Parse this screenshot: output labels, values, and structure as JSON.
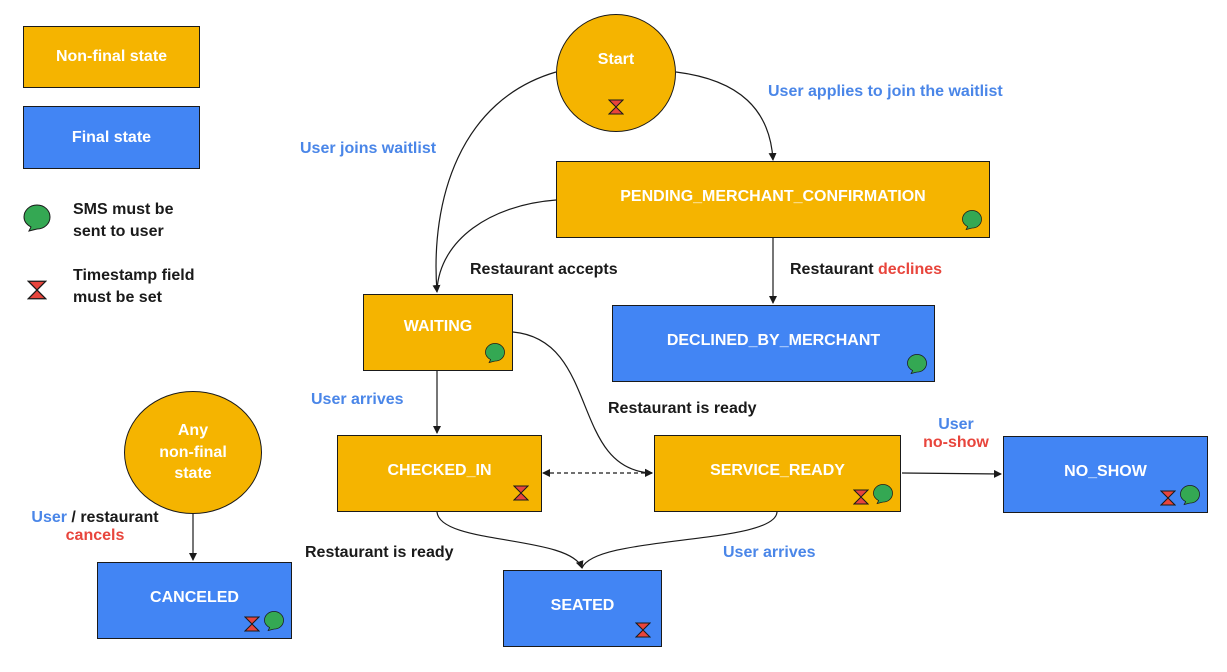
{
  "legend": {
    "nonfinal_label": "Non-final state",
    "final_label": "Final state",
    "sms_line1": "SMS must be",
    "sms_line2": "sent to user",
    "ts_line1": "Timestamp field",
    "ts_line2": "must be set"
  },
  "states": {
    "start": "Start",
    "pending": "PENDING_MERCHANT_CONFIRMATION",
    "waiting": "WAITING",
    "declined": "DECLINED_BY_MERCHANT",
    "checked_in": "CHECKED_IN",
    "service_ready": "SERVICE_READY",
    "no_show": "NO_SHOW",
    "seated": "SEATED",
    "any_line1": "Any",
    "any_line2": "non-final",
    "any_line3": "state",
    "canceled": "CANCELED"
  },
  "transitions": {
    "user_applies": "User applies to join the waitlist",
    "user_joins": "User joins waitlist",
    "restaurant_accepts": "Restaurant accepts",
    "restaurant_declines_prefix": "Restaurant",
    "restaurant_declines_word": "declines",
    "user_arrives_1": "User arrives",
    "restaurant_is_ready_1": "Restaurant is ready",
    "user_noshow_line1": "User",
    "user_noshow_line2": "no-show",
    "restaurant_is_ready_2": "Restaurant is ready",
    "user_arrives_2": "User arrives",
    "cancel_user": "User",
    "cancel_sep": " / restaurant",
    "cancel_word": "cancels"
  },
  "icons": {
    "sms": "speech-bubble-icon",
    "timestamp": "hourglass-icon"
  },
  "colors": {
    "nonfinal": "#f5b400",
    "final": "#4285f4",
    "sms_green": "#34a853",
    "timestamp_red": "#e8453c",
    "user_blue": "#4a86e8",
    "decline_red": "#e8453c"
  }
}
